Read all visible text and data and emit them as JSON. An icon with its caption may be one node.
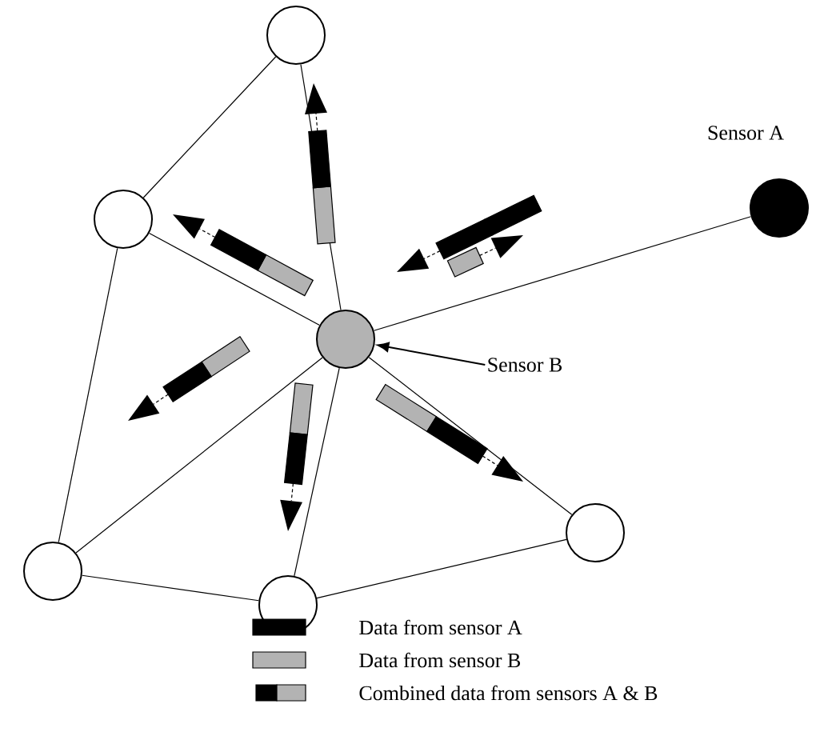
{
  "diagram": {
    "nodes": [
      {
        "text": [],
        "shape": "circle"
      },
      {
        "text": [],
        "shape": "circle",
        "beside": [
          "Sensor A"
        ]
      },
      {
        "text": [],
        "shape": "circle"
      },
      {
        "text": [],
        "shape": "circle"
      },
      {
        "text": [
          "Sensor B"
        ]
      },
      {
        "text": [],
        "shape": "circle"
      },
      {
        "text": [],
        "shape": "circle"
      },
      {
        "text": [],
        "shape": "circle"
      }
    ],
    "edges": [
      {
        "from": 0,
        "to": 2,
        "arrow": "none"
      },
      {
        "from": 2,
        "to": 5,
        "arrow": "none"
      },
      {
        "from": 5,
        "to": 7,
        "arrow": "none"
      },
      {
        "from": 7,
        "to": 6,
        "arrow": "none"
      },
      {
        "from": 3,
        "to": 0,
        "arrow": "none"
      },
      {
        "from": 3,
        "to": 2,
        "arrow": "none"
      },
      {
        "from": 3,
        "to": 5,
        "arrow": "none"
      },
      {
        "from": 3,
        "to": 7,
        "arrow": "none"
      },
      {
        "from": 3,
        "to": 6,
        "arrow": "none"
      },
      {
        "from": 3,
        "to": 1,
        "arrow": "none"
      },
      {
        "from": 4,
        "to": 3,
        "arrow": "to"
      }
    ],
    "legend": [
      {
        "text": "Data from sensor A",
        "color": "#000000"
      },
      {
        "text": "Data from sensor B",
        "color": "#b3b3b3"
      },
      {
        "text": "Combined data from sensors A & B"
      }
    ]
  }
}
